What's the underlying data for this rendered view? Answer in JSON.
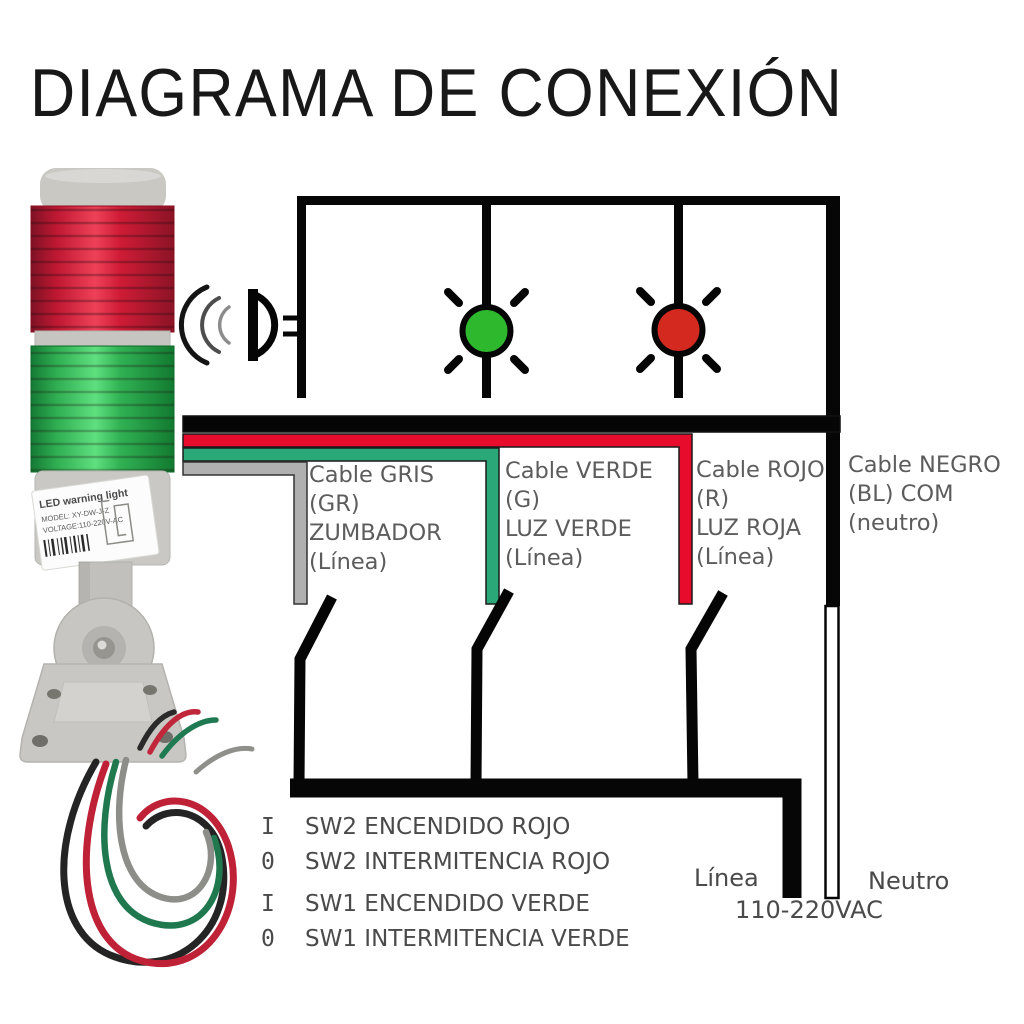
{
  "title": "DIAGRAMA DE CONEXIÓN",
  "photo": {
    "label_line1": "LED warning light",
    "label_line2": "MODEL: XY-DW-J-Z",
    "label_line3": "VOLTAGE:110-220V-AC"
  },
  "diagram": {
    "cable_labels": {
      "gris": "Cable GRIS\n(GR)\nZUMBADOR\n(Línea)",
      "verde": "Cable VERDE\n(G)\nLUZ VERDE\n(Línea)",
      "rojo": "Cable ROJO\n(R)\nLUZ ROJA\n(Línea)",
      "negro": "Cable NEGRO\n(BL) COM\n(neutro)"
    },
    "legend": [
      {
        "marker": "I",
        "text": "SW2 ENCENDIDO ROJO"
      },
      {
        "marker": "0",
        "text": "SW2 INTERMITENCIA ROJO"
      },
      {
        "marker": "I",
        "text": "SW1 ENCENDIDO VERDE"
      },
      {
        "marker": "0",
        "text": "SW1 INTERMITENCIA VERDE"
      }
    ],
    "power": {
      "linea": "Línea",
      "voltage": "110-220VAC",
      "neutro": "Neutro"
    },
    "colors": {
      "wire_black": "#060606",
      "wire_red": "#e80c2c",
      "wire_green": "#2aa878",
      "wire_gray": "#b0b0b0",
      "wire_white": "#ffffff",
      "lamp_green": "#2db82d",
      "lamp_red": "#d4291f"
    }
  }
}
